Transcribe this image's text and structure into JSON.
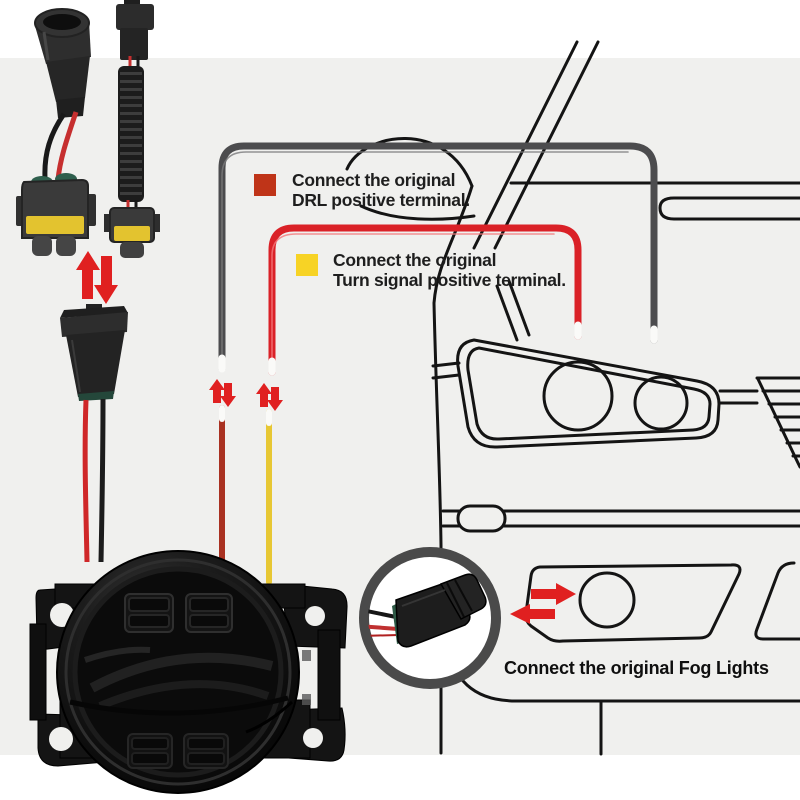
{
  "legend": {
    "drl": {
      "swatch_color": "#bf3418",
      "line1": "Connect the original",
      "line2": "DRL positive terminal."
    },
    "turn_signal": {
      "swatch_color": "#f7d325",
      "line1": "Connect the original",
      "line2": "Turn signal positive terminal."
    }
  },
  "caption": {
    "fog_lights": "Connect the original Fog Lights"
  },
  "colors": {
    "page": "#ffffff",
    "background_panel": "#f0f0ee",
    "car_outline": "#141414",
    "drl_wire": "#4c4c4e",
    "turn_wire": "#da2127",
    "drl_tap_wire": "#a93121",
    "turn_tap_wire": "#e7c733",
    "arrow_red": "#e02020",
    "connector_yellow_band": "#e3c32f",
    "inset_ring": "#4a4a4a"
  },
  "icons": {
    "swap_arrows": "red up-down swap arrows between adapter plugs",
    "splice_arrows_drl": "red up-down splice arrows on DRL wire",
    "splice_arrows_turn": "red up-down splice arrows on turn-signal wire",
    "insert_arrows": "red arrows pointing into fog light opening"
  }
}
